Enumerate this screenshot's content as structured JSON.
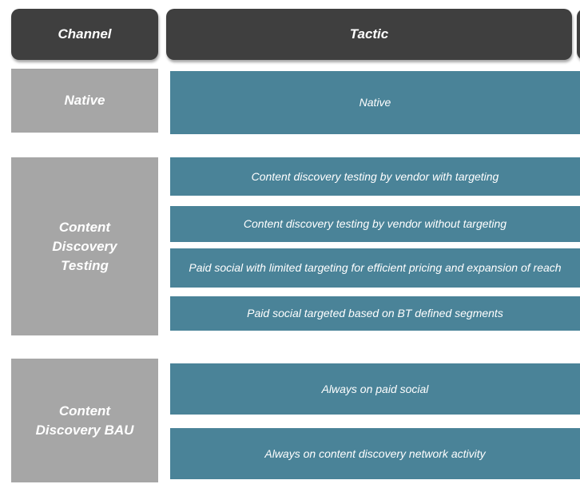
{
  "header": {
    "channel": "Channel",
    "tactic": "Tactic"
  },
  "groups": [
    {
      "channel": "Native",
      "tactics": [
        "Native"
      ]
    },
    {
      "channel": "Content Discovery Testing",
      "tactics": [
        "Content discovery testing by vendor with targeting",
        "Content discovery testing by vendor without targeting",
        "Paid social with limited targeting for efficient pricing and expansion of reach",
        "Paid social targeted based on BT defined segments"
      ]
    },
    {
      "channel": "Content Discovery BAU",
      "tactics": [
        "Always on paid social",
        "Always on content discovery network activity"
      ]
    }
  ]
}
